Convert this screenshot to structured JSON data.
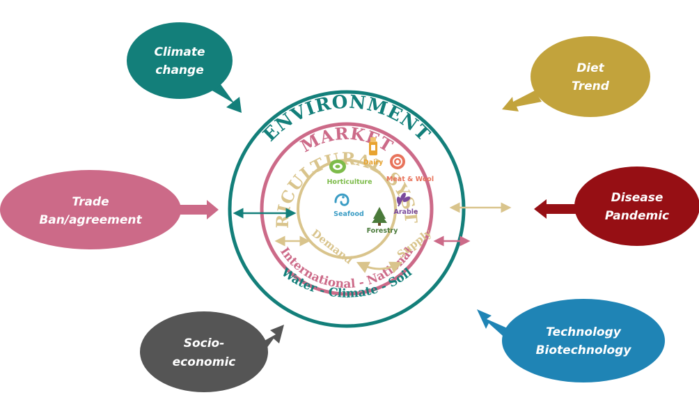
{
  "rings": {
    "environment": {
      "title": "ENVIRONMENT",
      "subtitle": "Water - Climate - Soil",
      "color": "#137f7a"
    },
    "market": {
      "title": "MARKET",
      "subtitle": "International - National",
      "color": "#cc6a88"
    },
    "agricultural": {
      "title": "AGRICULTURAL SYSTEM",
      "color": "#d9c48c"
    }
  },
  "demand": "Demand",
  "supply": "Supply",
  "sectors": {
    "horticulture": {
      "label": "Horticulture",
      "color": "#7dbb4a"
    },
    "dairy": {
      "label": "Dairy",
      "color": "#e8a330"
    },
    "meat_wool": {
      "label": "Meat & Wool",
      "color": "#e8735b"
    },
    "seafood": {
      "label": "Seafood",
      "color": "#3a9cc4"
    },
    "arable": {
      "label": "Arable",
      "color": "#7a4a9c"
    },
    "forestry": {
      "label": "Forestry",
      "color": "#4a7a3a"
    }
  },
  "drivers": {
    "climate": {
      "line1": "Climate",
      "line2": "change",
      "color": "#137f7a"
    },
    "diet": {
      "line1": "Diet",
      "line2": "Trend",
      "color": "#c2a33c"
    },
    "trade": {
      "line1": "Trade",
      "line2": "Ban/agreement",
      "color": "#cc6a88"
    },
    "disease": {
      "line1": "Disease",
      "line2": "Pandemic",
      "color": "#960f14"
    },
    "socio": {
      "line1": "Socio-",
      "line2": "economic",
      "color": "#555555"
    },
    "technology": {
      "line1": "Technology",
      "line2": "Biotechnology",
      "color": "#1f84b5"
    }
  }
}
